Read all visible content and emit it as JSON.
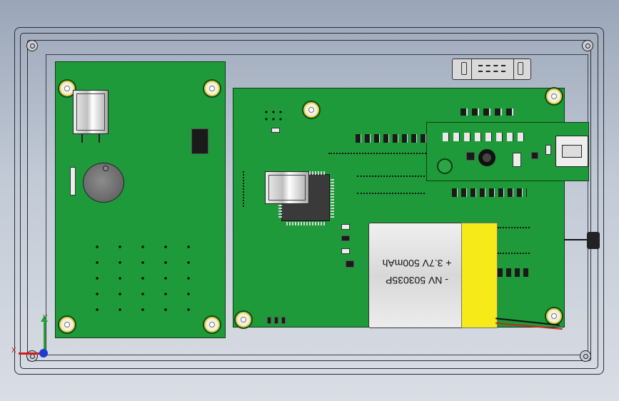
{
  "battery": {
    "line1": "- NV 503035P",
    "line2": "+ 3.7V 500mAh"
  },
  "axes": {
    "x_label": "X",
    "y_label": "Y"
  },
  "colors": {
    "pcb": "#1e9a3a",
    "battery_yellow": "#f6ea18",
    "background_top": "#9aa6b8"
  }
}
